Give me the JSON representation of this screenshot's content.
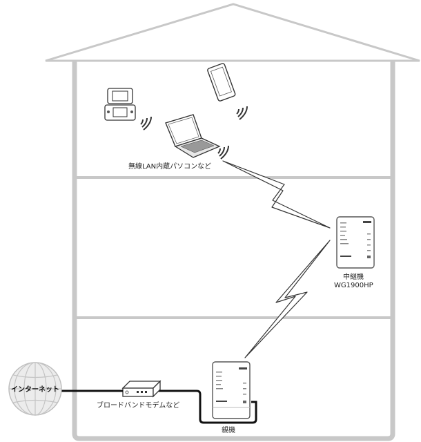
{
  "labels": {
    "laptop": "無線LAN内蔵パソコンなど",
    "repeater_name": "中継機",
    "repeater_model": "WG1900HP",
    "modem": "ブロードバンドモデムなど",
    "base_station": "親機",
    "internet": "インターネット"
  },
  "colors": {
    "house_stroke": "#c8c8c8",
    "line_dark": "#111111",
    "device_stroke": "#555555"
  },
  "icons": [
    "house-roof",
    "game-console-icon",
    "tablet-icon",
    "laptop-icon",
    "repeater-router-icon",
    "base-router-icon",
    "modem-icon",
    "globe-icon",
    "wifi-signal-icon",
    "lightning-link-icon"
  ]
}
